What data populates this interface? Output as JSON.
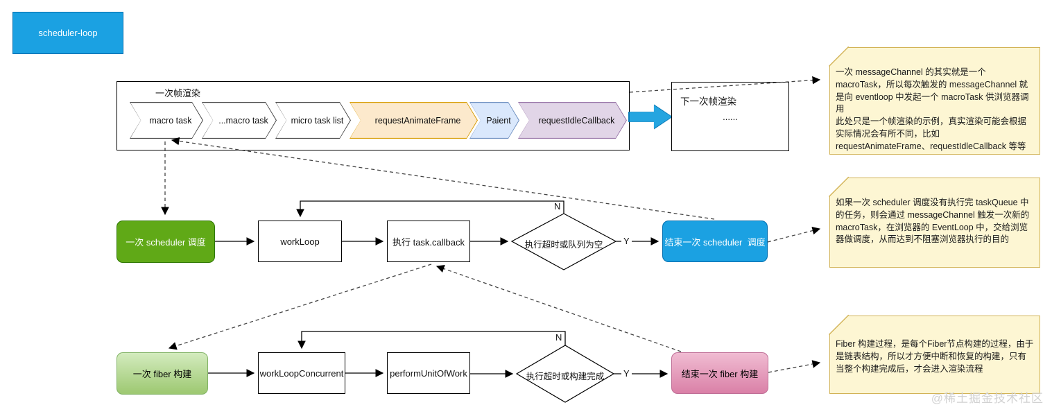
{
  "title_box": {
    "label": "scheduler-loop"
  },
  "frame": {
    "label": "一次帧渲染",
    "chevrons": [
      {
        "label": "macro task",
        "color": "white"
      },
      {
        "label": "...macro task",
        "color": "white"
      },
      {
        "label": "micro task list",
        "color": "white"
      },
      {
        "label": "requestAnimateFrame",
        "color": "orange"
      },
      {
        "label": "Paient",
        "color": "blue"
      },
      {
        "label": "requestIdleCallback",
        "color": "purple"
      }
    ]
  },
  "next_frame": {
    "label": "下一次帧渲染",
    "ellipsis": "......"
  },
  "scheduler_flow": {
    "start": "一次 scheduler 调度",
    "step1": "workLoop",
    "step2": "执行 task.callback",
    "decision": "执行超时或队列为空",
    "yes": "Y",
    "no": "N",
    "end": "结束一次 scheduler  调度"
  },
  "fiber_flow": {
    "start": "一次 fiber 构建",
    "step1": "workLoopConcurrent",
    "step2": "performUnitOfWork",
    "decision": "执行超时或构建完成",
    "yes": "Y",
    "no": "N",
    "end": "结束一次 fiber 构建"
  },
  "notes": [
    {
      "text": "一次 messageChannel 的其实就是一个 macroTask，所以每次触发的 messageChannel 就是向 eventloop 中发起一个 macroTask 供浏览器调用\n此处只是一个帧渲染的示例，真实渲染可能会根据实际情况会有所不同，比如 requestAnimateFrame、requestIdleCallback 等等"
    },
    {
      "text": "如果一次 scheduler 调度没有执行完 taskQueue 中的任务，则会通过 messageChannel 触发一次新的 macroTask，在浏览器的 EventLoop 中，交给浏览器做调度，从而达到不阻塞浏览器执行的目的"
    },
    {
      "text": "Fiber 构建过程，是每个Fiber节点构建的过程，由于是链表结构，所以才方便中断和恢复的构建，只有当整个构建完成后，才会进入渲染流程"
    }
  ],
  "watermark": "@稀土掘金技术社区",
  "colors": {
    "accent-blue": "#1BA1E2",
    "accent-blue-border": "#006EAF",
    "green": "#60A917",
    "green-border": "#2D7600",
    "fiber-green-top": "#D3EBBE",
    "fiber-green-bottom": "#9DC871",
    "fiber-green-border": "#82B366",
    "pink-top": "#F0BCD2",
    "pink-bottom": "#DA80A7",
    "pink-border": "#BF6E96",
    "chevron-orange": "#FCE9CC",
    "chevron-orange-border": "#D79B00",
    "chevron-blue": "#DAE8FC",
    "chevron-blue-border": "#6C8EBF",
    "chevron-purple": "#E1D5E7",
    "chevron-purple-border": "#9673A6",
    "note-bg": "#FDF6D3",
    "note-border": "#D2B356",
    "fat-arrow": "#25A5E0",
    "fat-arrow-border": "#0E7CB8"
  }
}
